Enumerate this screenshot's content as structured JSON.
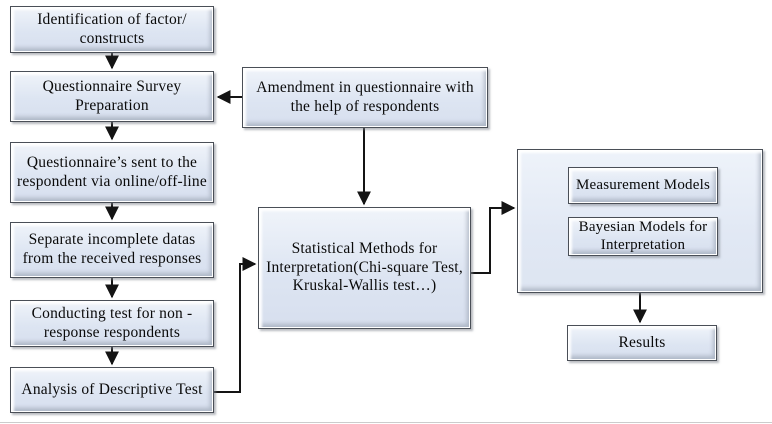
{
  "flowchart": {
    "nodes": {
      "identification": {
        "label": "Identification of factor/ constructs"
      },
      "survey_preparation": {
        "label": "Questionnaire Survey Preparation"
      },
      "questionnaire_sent": {
        "label": "Questionnaire’s sent to the respondent via online/off-line"
      },
      "separate_incomplete": {
        "label": "Separate incomplete datas from the received responses"
      },
      "non_response_test": {
        "label": "Conducting test for non - response respondents"
      },
      "descriptive_test": {
        "label": "Analysis of Descriptive Test"
      },
      "amendment": {
        "label": "Amendment in questionnaire with the help of respondents"
      },
      "statistical_methods": {
        "label": "Statistical Methods for Interpretation(Chi-square Test, Kruskal-Wallis test…)"
      },
      "measurement_models": {
        "label": "Measurement Models"
      },
      "bayesian_models": {
        "label": "Bayesian Models for Interpretation"
      },
      "results": {
        "label": "Results"
      }
    },
    "edges": [
      "identification -> survey_preparation",
      "survey_preparation -> questionnaire_sent",
      "questionnaire_sent -> separate_incomplete",
      "separate_incomplete -> non_response_test",
      "non_response_test -> descriptive_test",
      "amendment -> survey_preparation",
      "amendment -> statistical_methods",
      "descriptive_test -> statistical_methods",
      "statistical_methods -> models_group",
      "models_group -> results"
    ],
    "colors": {
      "box_fill": "#dde5f2",
      "box_border": "#4a4f57",
      "connector": "#141414",
      "text": "#0a0a0a",
      "background": "#ffffff"
    }
  }
}
